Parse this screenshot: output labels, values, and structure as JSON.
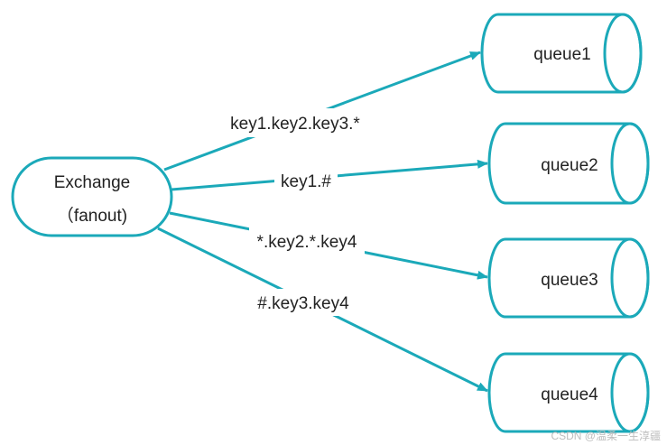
{
  "colors": {
    "stroke": "#1ba9b9",
    "text": "#222222",
    "background": "#ffffff",
    "watermark": "#bdbdbd"
  },
  "exchange": {
    "line1": "Exchange",
    "line2": "（fanout)"
  },
  "queues": [
    {
      "label": "queue1"
    },
    {
      "label": "queue2"
    },
    {
      "label": "queue3"
    },
    {
      "label": "queue4"
    }
  ],
  "bindings": [
    {
      "label": "key1.key2.key3.*",
      "to": "queue1"
    },
    {
      "label": "key1.#",
      "to": "queue2"
    },
    {
      "label": "*.key2.*.key4",
      "to": "queue3"
    },
    {
      "label": "#.key3.key4",
      "to": "queue4"
    }
  ],
  "watermark": "CSDN @温柔一生淳疆"
}
